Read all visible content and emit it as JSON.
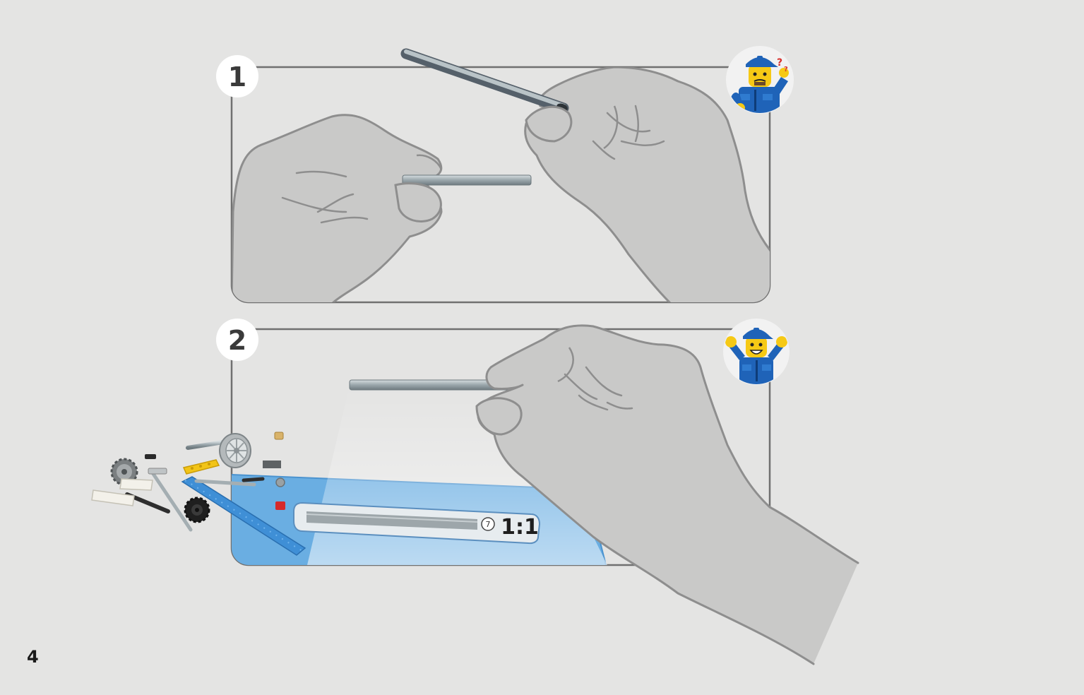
{
  "page": {
    "number": "4"
  },
  "steps": [
    {
      "number": "1",
      "figure": "confused-minifigure"
    },
    {
      "number": "2",
      "figure": "happy-minifigure"
    }
  ],
  "scale_indicator": {
    "length_badge": "7",
    "scale_label": "1:1"
  },
  "colors": {
    "background": "#e4e4e3",
    "panel_border": "#707070",
    "hand_fill": "#c9c9c8",
    "hand_stroke": "#8e8e8e",
    "axle": "#9aa6ab",
    "mat_blue": "#6aaee2",
    "minifig_blue": "#1f63b8"
  }
}
